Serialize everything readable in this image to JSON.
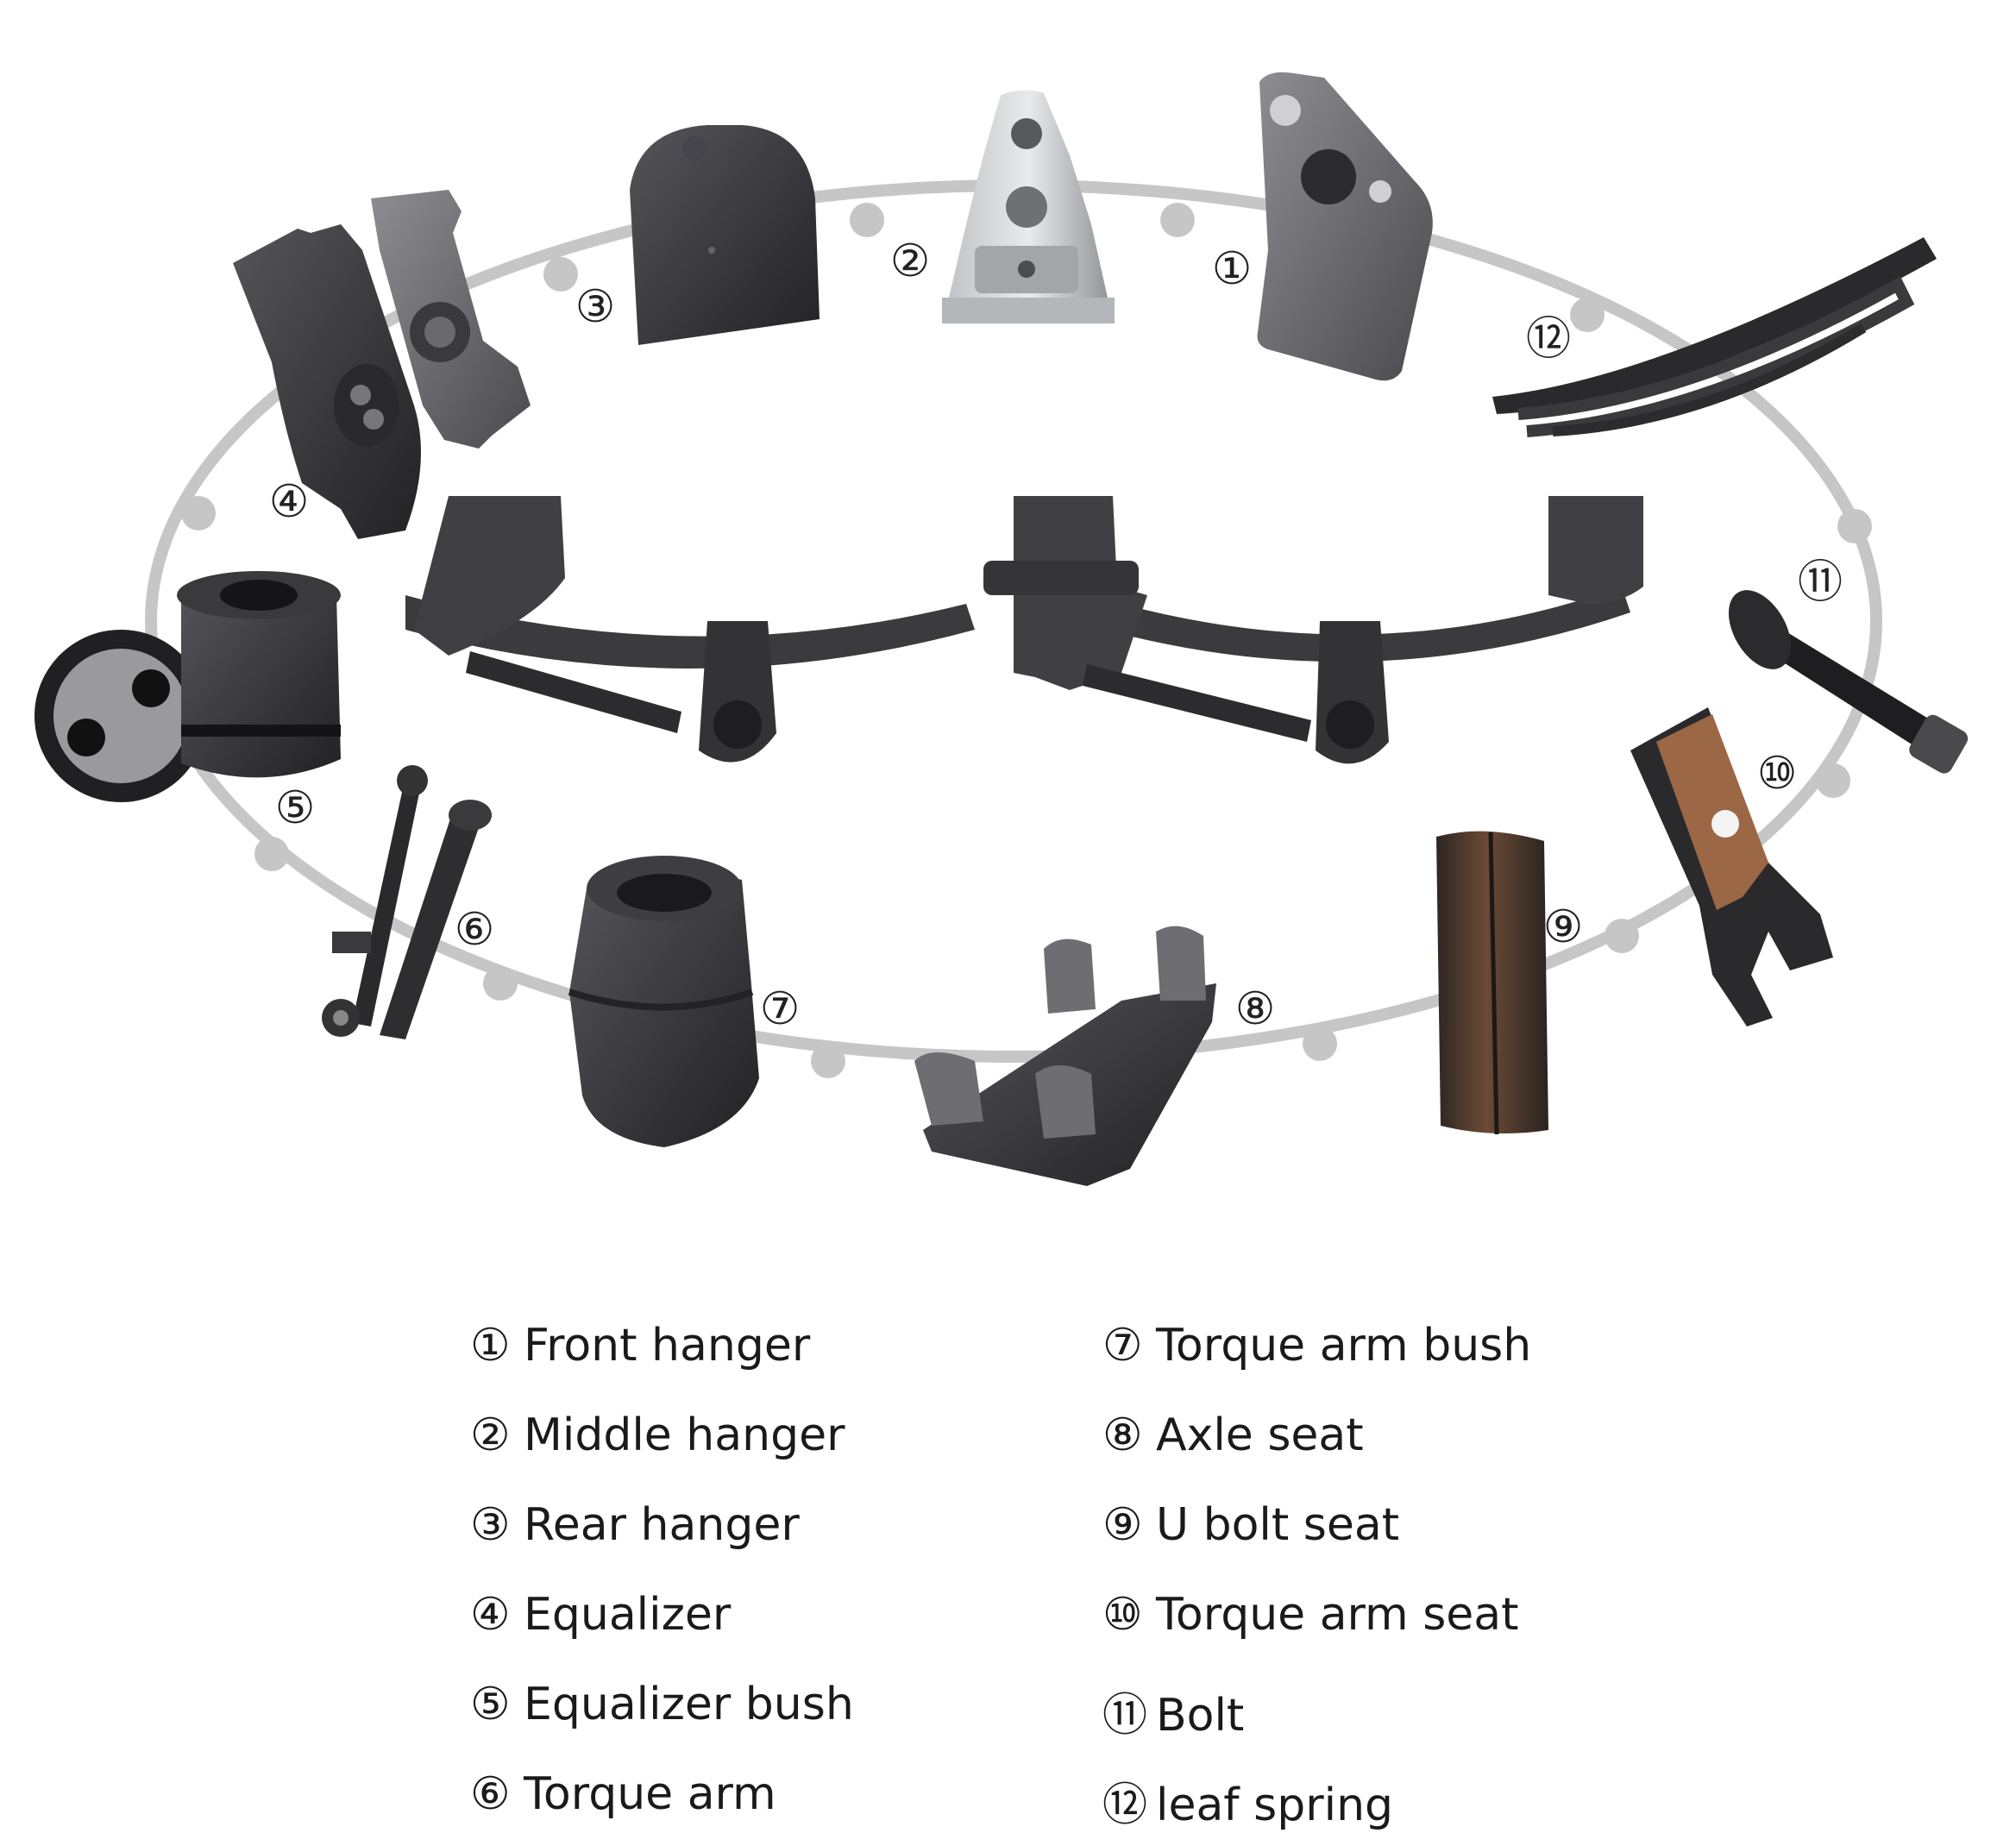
{
  "colors": {
    "ring": "#c6c6c6",
    "part_dark": "#3b3b3e",
    "part_mid": "#6f6f73",
    "part_light": "#a9a9ad",
    "rust": "#8a5a3c",
    "text": "#1a1a1a"
  },
  "parts": [
    {
      "num": "①",
      "label": "Front hanger"
    },
    {
      "num": "②",
      "label": "Middle hanger"
    },
    {
      "num": "③",
      "label": "Rear hanger"
    },
    {
      "num": "④",
      "label": "Equalizer"
    },
    {
      "num": "⑤",
      "label": "Equalizer bush"
    },
    {
      "num": "⑥",
      "label": "Torque arm"
    },
    {
      "num": "⑦",
      "label": "Torque arm bush"
    },
    {
      "num": "⑧",
      "label": "Axle seat"
    },
    {
      "num": "⑨",
      "label": "U bolt seat"
    },
    {
      "num": "⑩",
      "label": "Torque arm seat"
    },
    {
      "num": "⑪",
      "label": "Bolt"
    },
    {
      "num": "⑫",
      "label": "leaf spring"
    }
  ]
}
